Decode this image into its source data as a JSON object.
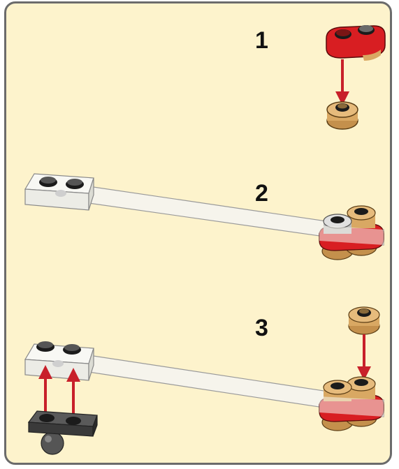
{
  "steps": [
    {
      "number": "1"
    },
    {
      "number": "2"
    },
    {
      "number": "3"
    }
  ],
  "colors": {
    "panel_background": "#fdf3cc",
    "panel_border": "#6b6b6b",
    "arrow": "#c8202a",
    "red_plate": "#d81e22",
    "tan_part": "#d9a863",
    "transparent_part": "#f3f3ef",
    "dark_part": "#4a4a4a"
  }
}
